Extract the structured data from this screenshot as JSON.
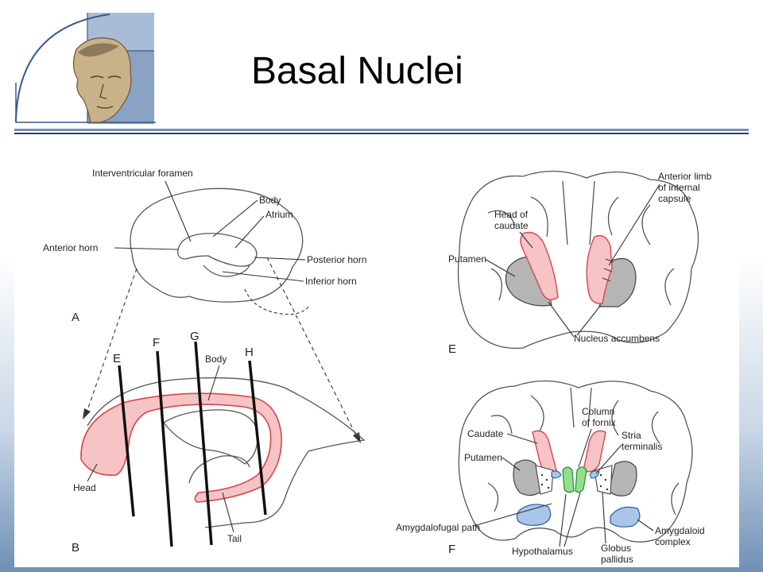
{
  "slide": {
    "title": "Basal Nuclei"
  },
  "logo": {
    "icon": "classical-head-logo"
  },
  "colors": {
    "caudate_pink": "#f6c4c4",
    "caudate_stroke": "#d9454f",
    "putamen_gray": "#b5b5b5",
    "fornix_green": "#8fe08f",
    "amygdala_blue": "#a9c6ea",
    "accent_blue": "#6f8fb3"
  },
  "diagram_a": {
    "panel_letter": "A",
    "labels": {
      "interventricular_foramen": "Interventricular foramen",
      "body": "Body",
      "atrium": "Atrium",
      "anterior_horn": "Anterior horn",
      "posterior_horn": "Posterior horn",
      "inferior_horn": "Inferior horn"
    }
  },
  "diagram_b": {
    "panel_letter": "B",
    "section_lines": [
      "E",
      "F",
      "G",
      "H"
    ],
    "labels": {
      "body": "Body",
      "head": "Head",
      "tail": "Tail"
    }
  },
  "diagram_e": {
    "panel_letter": "E",
    "labels": {
      "anterior_limb": "Anterior limb",
      "of_internal": "of internal",
      "capsule": "capsule",
      "head_of": "Head of",
      "caudate": "caudate",
      "putamen": "Putamen",
      "nucleus_accumbens": "Nucleus accumbens"
    }
  },
  "diagram_f": {
    "panel_letter": "F",
    "labels": {
      "column": "Column",
      "of_fornix": "of fornix",
      "caudate": "Caudate",
      "stria": "Stria",
      "terminalis": "terminalis",
      "putamen": "Putamen",
      "amygdalofugal_path": "Amygdalofugal path",
      "hypothalamus": "Hypothalamus",
      "globus": "Globus",
      "pallidus": "pallidus",
      "amygdaloid": "Amygdaloid",
      "complex": "complex"
    }
  }
}
